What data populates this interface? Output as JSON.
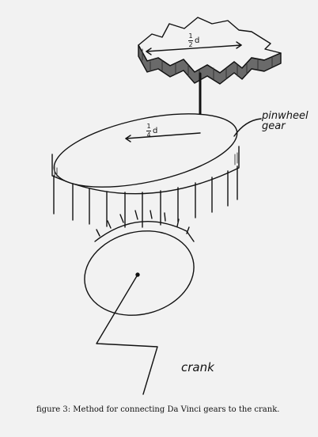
{
  "labels": {
    "pinwheel": "pinwheel",
    "gear": "gear",
    "crank": "crank"
  },
  "fractions": {
    "half": {
      "num": "1",
      "den": "2",
      "var": "d"
    },
    "quarter": {
      "num": "1",
      "den": "4",
      "var": "d"
    }
  },
  "caption": "figure 3: Method for connecting Da Vinci gears to the crank.",
  "colors": {
    "ink": "#111111",
    "paper": "#f2f2f2",
    "shade": "#6a6a6a"
  }
}
